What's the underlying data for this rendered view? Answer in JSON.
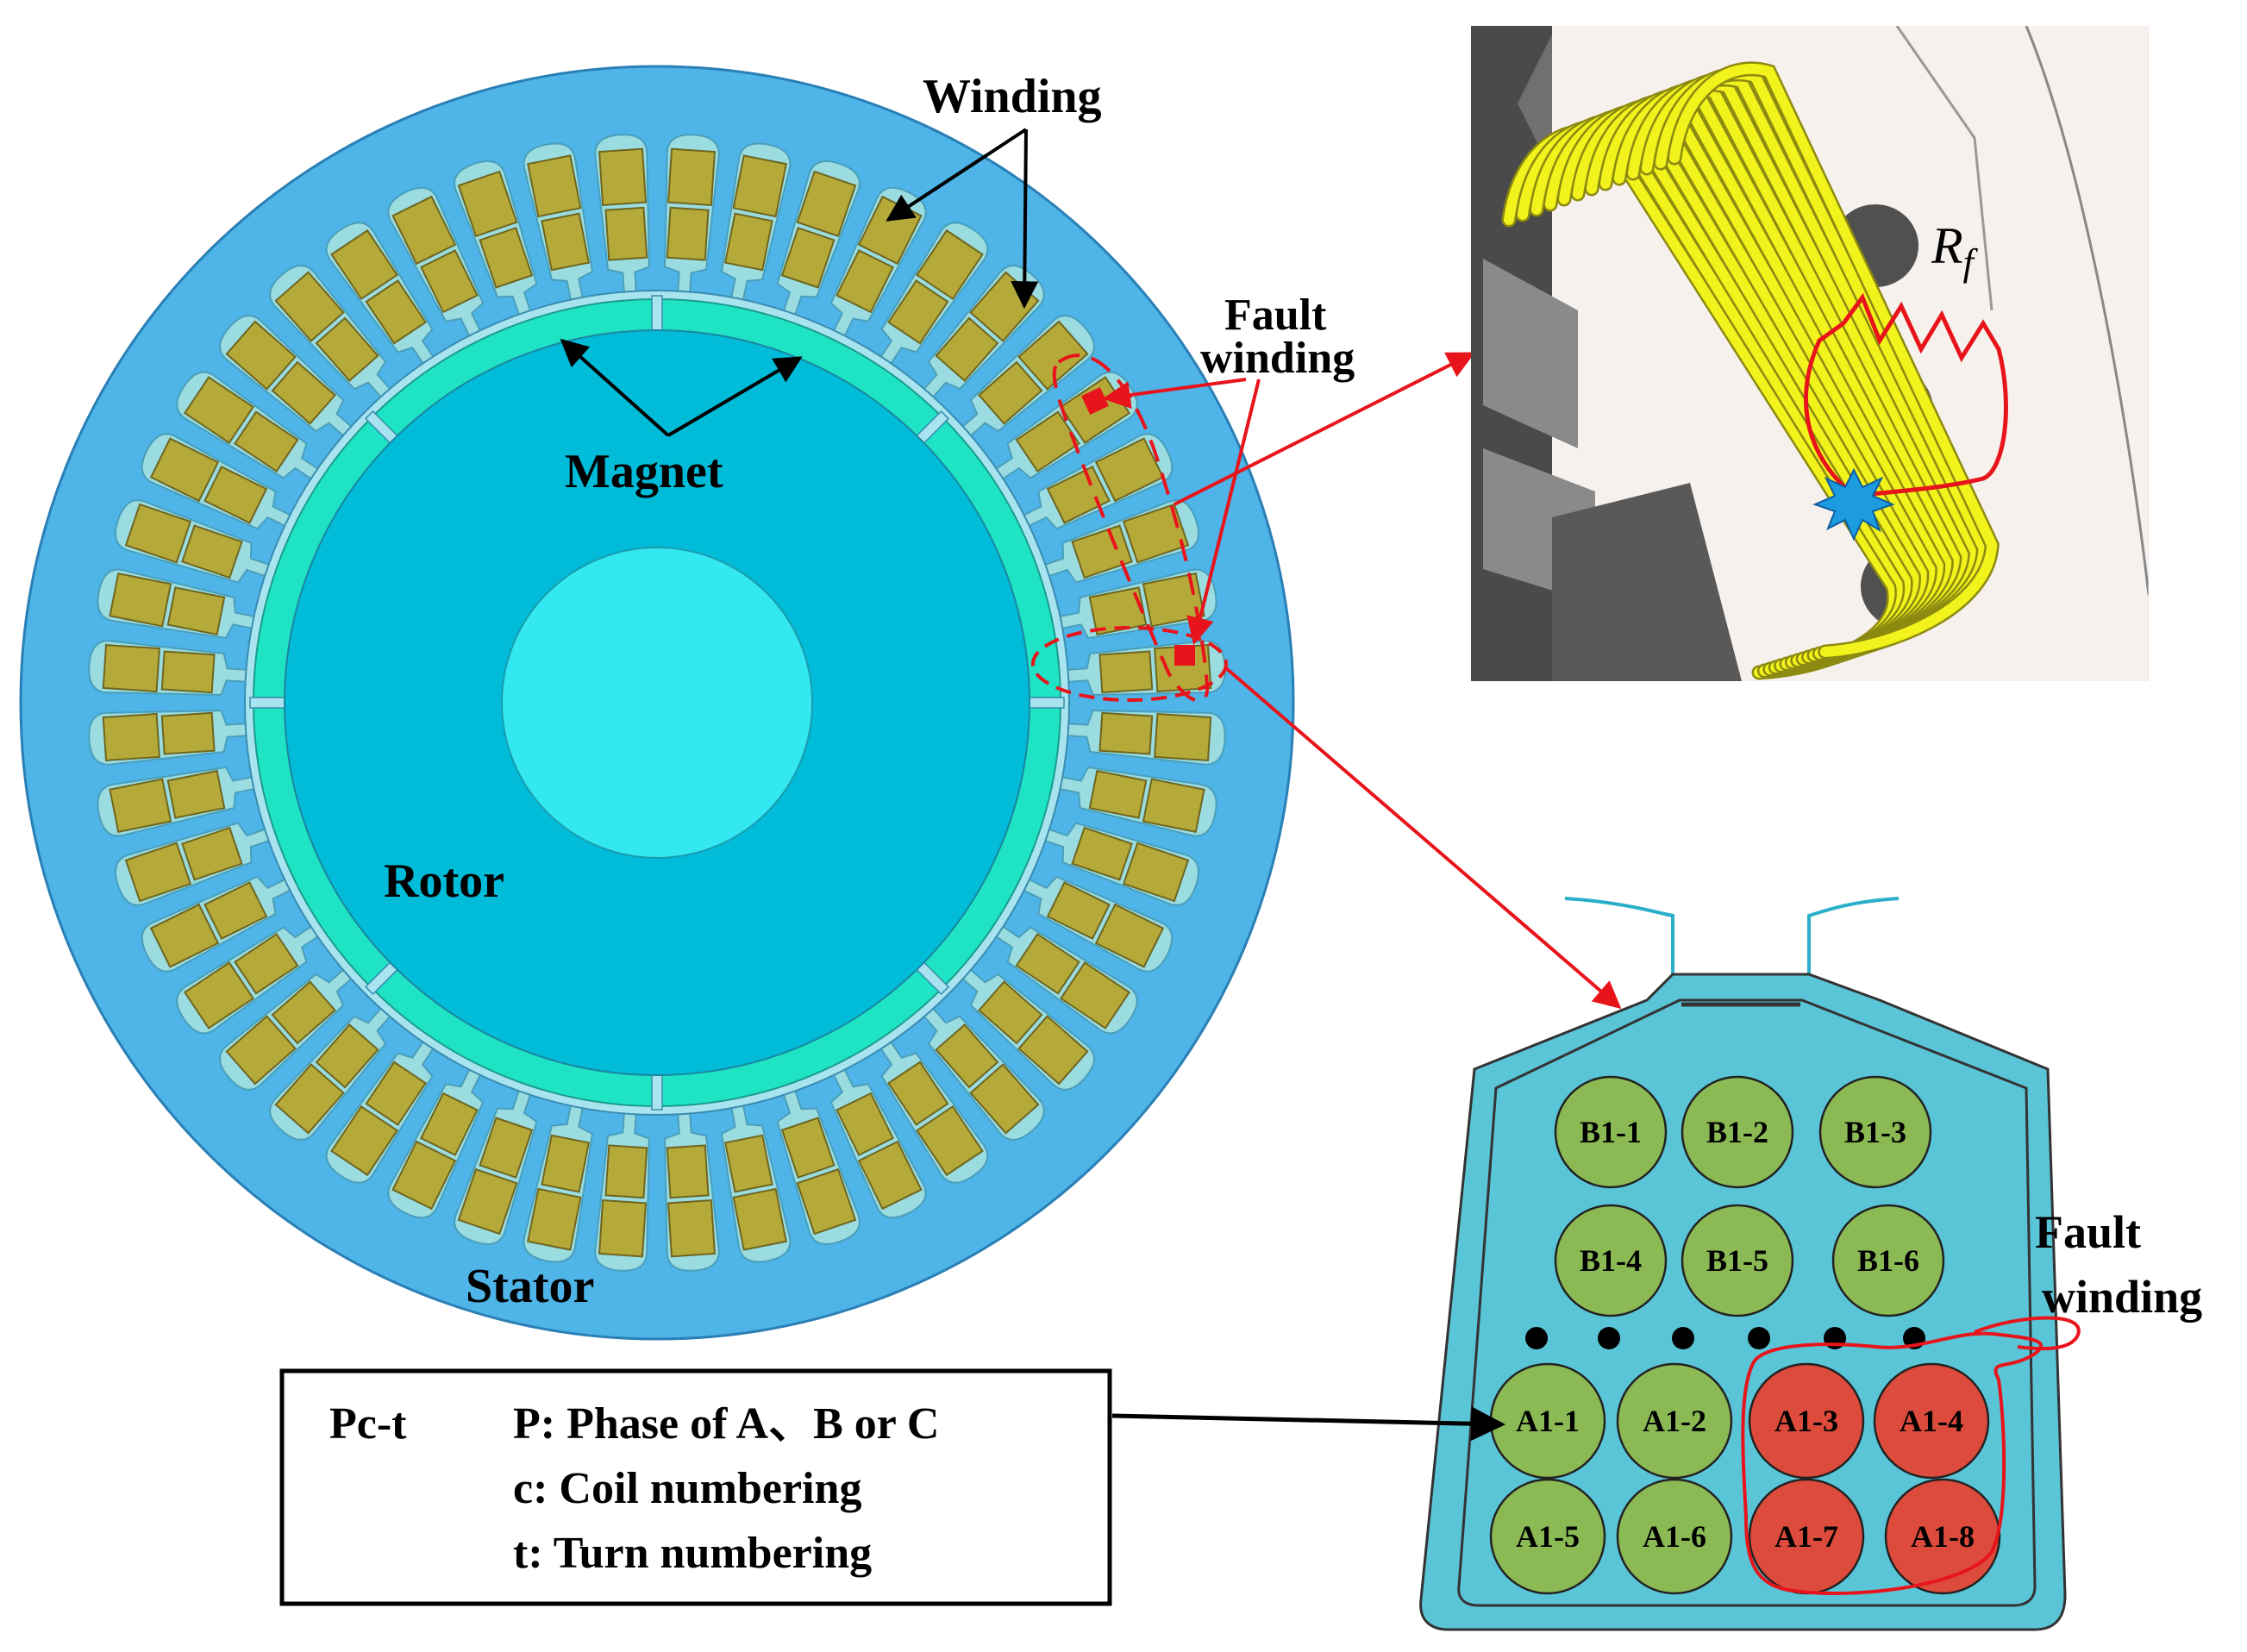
{
  "labels": {
    "winding": "Winding",
    "magnet": "Magnet",
    "fault_winding_line1": "Fault",
    "fault_winding_line2": "winding",
    "rotor": "Rotor",
    "stator": "Stator",
    "rf_main": "R",
    "rf_sub": "f",
    "fault_winding2_line1": "Fault",
    "fault_winding2_line2": "winding"
  },
  "legend": {
    "title": "Pc-t",
    "line1": "P: Phase of  A、B or C",
    "line2": "c: Coil numbering",
    "line3": "t: Turn numbering"
  },
  "conductors": {
    "b_row1": [
      "B1-1",
      "B1-2",
      "B1-3"
    ],
    "b_row2": [
      "B1-4",
      "B1-5",
      "B1-6"
    ],
    "a_row1": [
      "A1-1",
      "A1-2",
      "A1-3",
      "A1-4"
    ],
    "a_row2": [
      "A1-5",
      "A1-6",
      "A1-7",
      "A1-8"
    ]
  },
  "colors": {
    "stator": "#4FB4E8",
    "rotor": "#00BCD8",
    "shaft": "#33E8F0",
    "magnet": "#1EE3C4",
    "coil": "#B5A93A",
    "slot": "#9ADCE0",
    "healthy_turn": "#8BBA55",
    "fault_turn": "#DC4B3C",
    "slot_detail": "#5BC5D8",
    "fault_red": "#E8141B",
    "coil_3d": "#F2F21C"
  },
  "slot_count": 48
}
